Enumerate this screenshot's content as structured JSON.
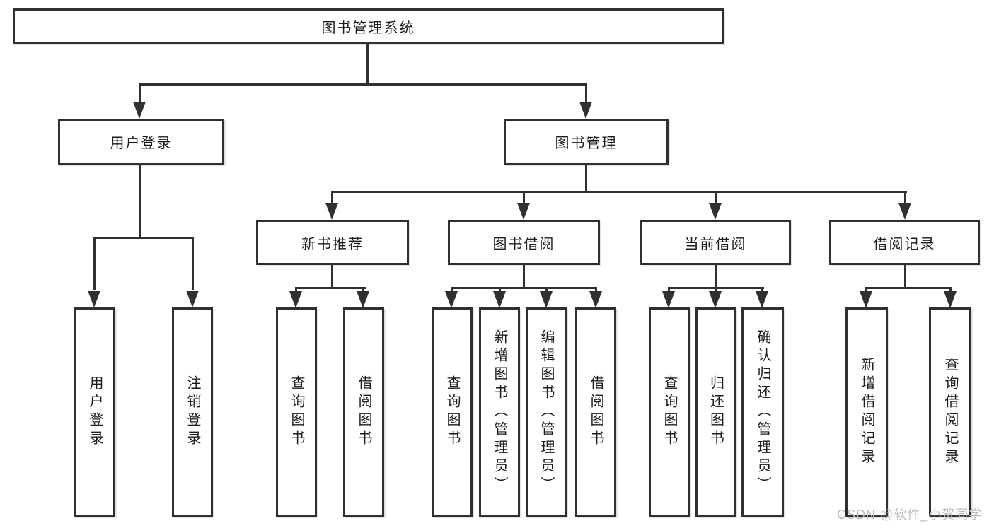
{
  "diagram_type": "tree",
  "colors": {
    "line": "#303030",
    "text": "#1c1c1c",
    "watermark": "#bdbdbd",
    "background": "#ffffff"
  },
  "watermark": {
    "text": "CSDN @软件_小贺同学"
  },
  "tree": {
    "label": "图书管理系统",
    "children": [
      {
        "label": "用户登录",
        "children": [
          {
            "label": "用户登录"
          },
          {
            "label": "注销登录"
          }
        ]
      },
      {
        "label": "图书管理",
        "children": [
          {
            "label": "新书推荐",
            "children": [
              {
                "label": "查询图书"
              },
              {
                "label": "借阅图书"
              }
            ]
          },
          {
            "label": "图书借阅",
            "children": [
              {
                "label": "查询图书"
              },
              {
                "label": "新增图书（管理员）"
              },
              {
                "label": "编辑图书（管理员）"
              },
              {
                "label": "借阅图书"
              }
            ]
          },
          {
            "label": "当前借阅",
            "children": [
              {
                "label": "查询图书"
              },
              {
                "label": "归还图书"
              },
              {
                "label": "确认归还（管理员）"
              }
            ]
          },
          {
            "label": "借阅记录",
            "children": [
              {
                "label": "新增借阅记录"
              },
              {
                "label": "查询借阅记录"
              }
            ]
          }
        ]
      }
    ]
  }
}
